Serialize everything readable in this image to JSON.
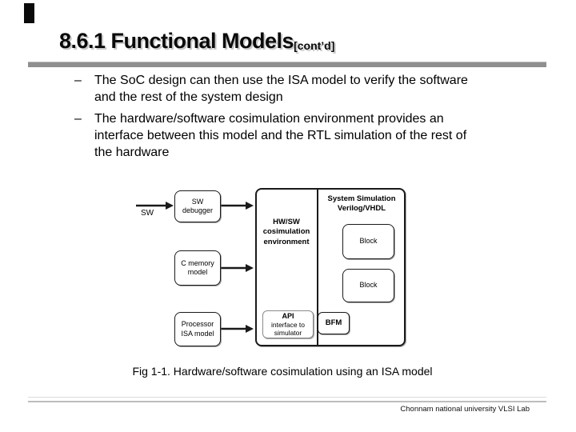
{
  "slide": {
    "title": "8.6.1 Functional Models",
    "title_suffix": "[cont’d]",
    "bullets": [
      {
        "marker": "–",
        "lines": [
          "The SoC design can then use the ISA model to verify the software",
          "and the rest of the system design"
        ]
      },
      {
        "marker": "–",
        "lines": [
          "The hardware/software cosimulation environment provides an",
          "interface between this model and the RTL simulation of the rest of",
          "the hardware"
        ]
      }
    ],
    "caption": "Fig 1-1. Hardware/software cosimulation using an ISA model",
    "footer": "Chonnam national university VLSI Lab"
  },
  "diagram": {
    "input_label": "SW",
    "sw_debugger": "SW\ndebugger",
    "c_memory": "C memory\nmodel",
    "processor": "Processor\nISA model",
    "cosim_env": "HW/SW\ncosimulation\nenvironment",
    "sys_sim_title": "System Simulation",
    "sys_sim_subtitle": "Verilog/VHDL",
    "block1": "Block",
    "block2": "Block",
    "api_title": "API",
    "api_body": "interface to\nsimulator",
    "bfm": "BFM"
  },
  "colors": {
    "background": "#ffffff",
    "text": "#000000",
    "title_rule": "#8f8f8f",
    "footer_rule": "#bdbdbd"
  }
}
